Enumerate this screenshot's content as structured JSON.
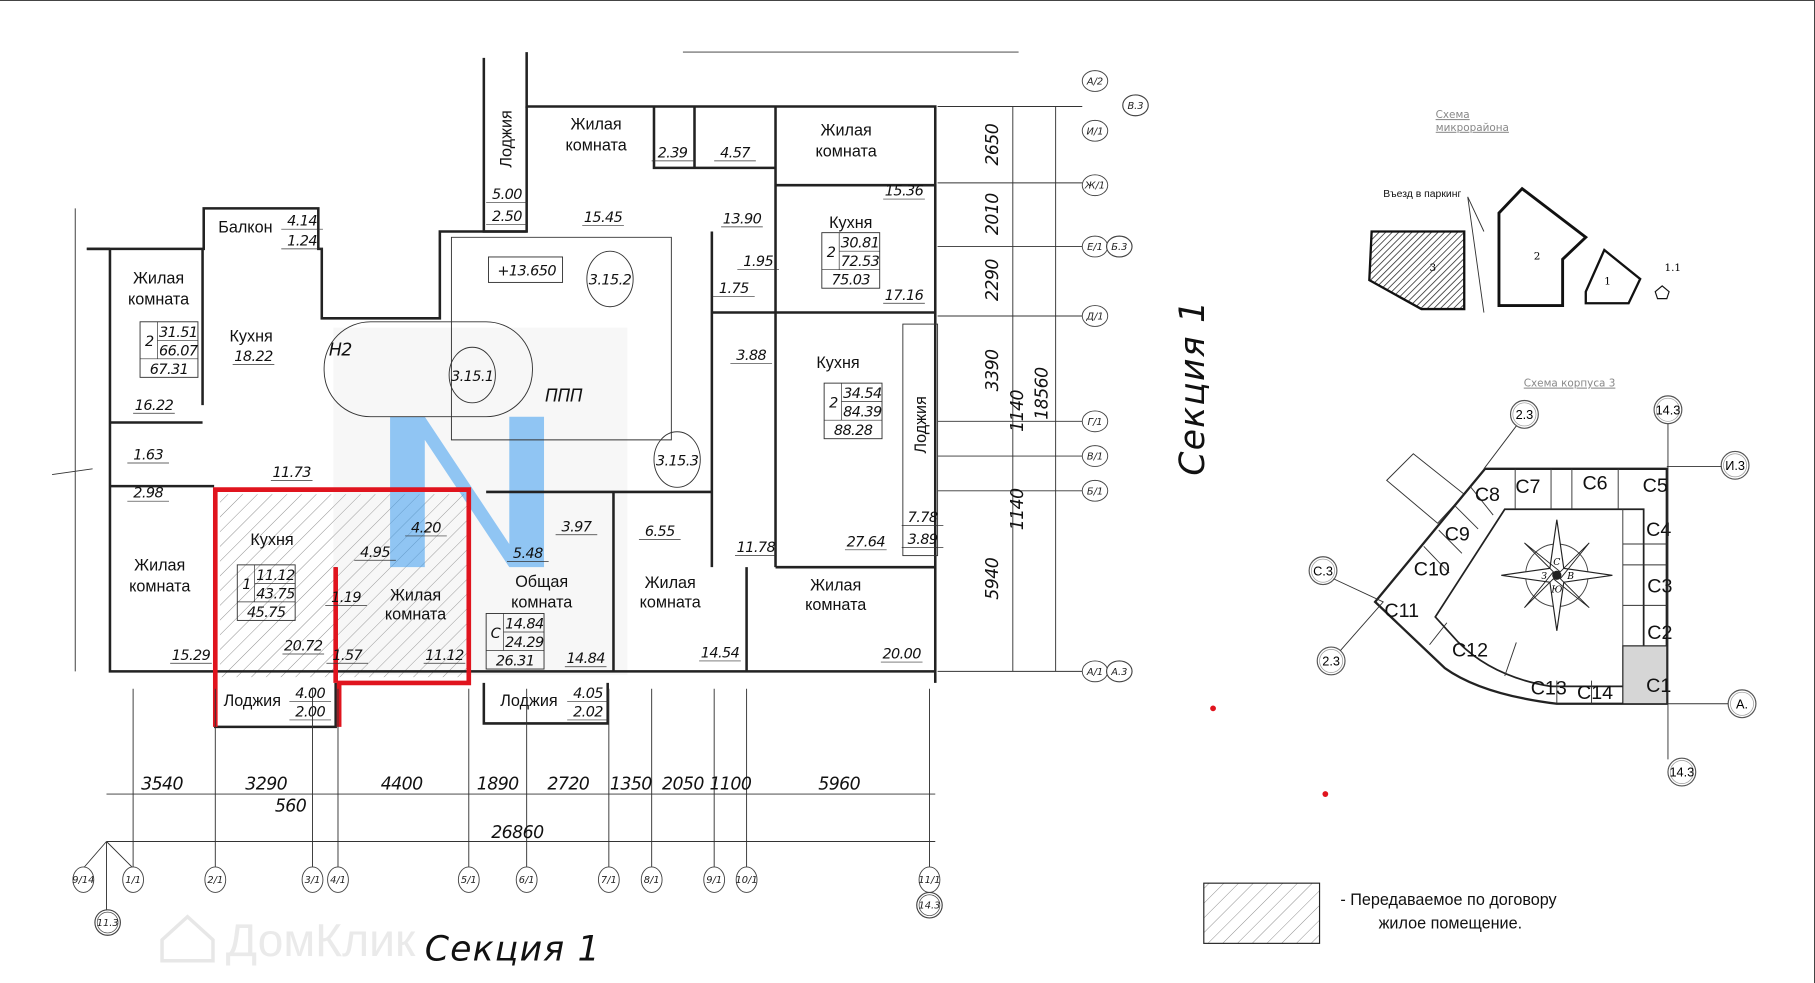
{
  "plan": {
    "labels": {
      "living_a": "Жилая",
      "living_b": "комната",
      "kitchen": "Кухня",
      "loggia": "Лоджия",
      "balcony": "Балкон",
      "common_a": "Общая",
      "elevation": "+13.650",
      "room_3152": "3.15.2",
      "room_3151": "3.15.1",
      "room_3153": "3.15.3",
      "stair": "Н2",
      "ppp": "ППП"
    },
    "areas": [
      "5.00",
      "2.50",
      "15.45",
      "2.39",
      "4.57",
      "15.36",
      "13.90",
      "17.16",
      "1.95",
      "1.75",
      "4.14",
      "1.24",
      "18.22",
      "16.22",
      "1.63",
      "2.98",
      "3.88",
      "7.78",
      "3.89",
      "27.64",
      "11.73",
      "4.20",
      "4.95",
      "1.19",
      "20.72",
      "1.57",
      "11.12",
      "15.29",
      "3.97",
      "6.55",
      "11.78",
      "5.48",
      "14.84",
      "14.54",
      "20.00",
      "4.00",
      "2.00",
      "4.05",
      "2.02"
    ],
    "apartments": [
      {
        "rooms": "2",
        "living": "31.51",
        "total": "66.07",
        "full": "67.31"
      },
      {
        "rooms": "2",
        "living": "30.81",
        "total": "72.53",
        "full": "75.03"
      },
      {
        "rooms": "2",
        "living": "34.54",
        "total": "84.39",
        "full": "88.28"
      },
      {
        "rooms": "1",
        "living": "11.12",
        "total": "43.75",
        "full": "45.75",
        "selected": true
      },
      {
        "rooms": "С",
        "living": "14.84",
        "total": "24.29",
        "full": "26.31"
      }
    ],
    "dims_bottom": [
      "3540",
      "3290",
      "4400",
      "1890",
      "2720",
      "1350",
      "2050",
      "1100",
      "5960"
    ],
    "dim_560": "560",
    "dim_total": "26860",
    "axes_bottom": [
      "9/14",
      "1/1",
      "2/1",
      "3/1",
      "4/1",
      "5/1",
      "6/1",
      "7/1",
      "8/1",
      "9/1",
      "10/1",
      "11/1"
    ],
    "axis_11_3": "11.3",
    "axis_14_3": "14.3",
    "dims_right": [
      "2650",
      "2010",
      "2290",
      "3390",
      "1140",
      "18560",
      "1140",
      "5940"
    ],
    "axes_right": [
      "А/2",
      "И/1",
      "Ж/1",
      "Е/1",
      "Д/1",
      "Г/1",
      "В/1",
      "Б/1",
      "А/1"
    ],
    "axes_right_double": [
      "В.3",
      "Б.3",
      "А.3"
    ],
    "section_title": "Секция 1",
    "highlight_color": "#e0141e"
  },
  "watermark": {
    "brand": "ДомКлик",
    "logo_color": "#4aa3ef"
  },
  "district_scheme": {
    "title_a": "Схема",
    "title_b": "микрорайона",
    "parking": "Въезд в паркинг",
    "buildings": [
      "3",
      "2",
      "1",
      "1.1"
    ]
  },
  "building_scheme": {
    "title": "Схема корпуса 3",
    "sections": [
      "С1",
      "С2",
      "С3",
      "С4",
      "С5",
      "С6",
      "С7",
      "С8",
      "С9",
      "С10",
      "С11",
      "С12",
      "С13",
      "С14"
    ],
    "axes": [
      "2.3",
      "14.3",
      "И.3",
      "С.3",
      "2.3",
      "А.",
      "14.3"
    ],
    "compass": [
      "С",
      "В",
      "Ю",
      "З"
    ],
    "highlighted_section": "С1"
  },
  "side_title": "Секция 1",
  "legend": {
    "line1": "- Передаваемое по договору",
    "line2": "жилое помещение."
  }
}
